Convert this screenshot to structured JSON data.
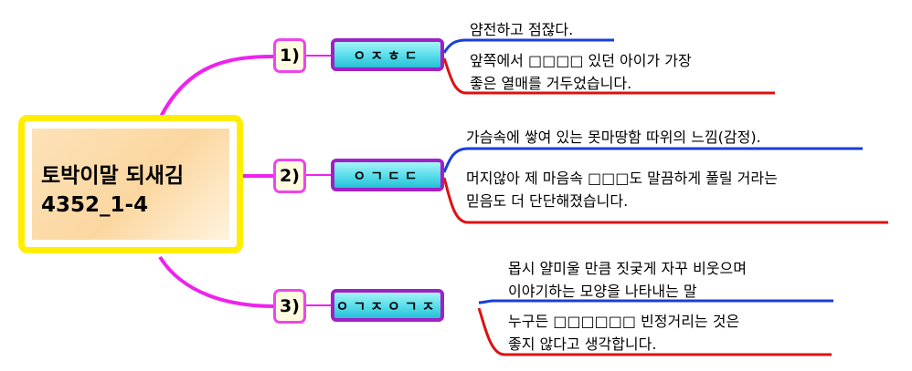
{
  "central_topic": {
    "title": "토박이말 되새김\n4352_1-4"
  },
  "branches": [
    {
      "number": "1)",
      "keyword": "ㅇㅈㅎㄷ",
      "definition": "얌전하고 점잖다.",
      "example": "앞쪽에서 □□□□ 있던 아이가 가장\n좋은 열매를 거두었습니다."
    },
    {
      "number": "2)",
      "keyword": "ㅇㄱㄷㄷ",
      "definition": "가슴속에 쌓여 있는 못마땅함 따위의 느낌(감정).",
      "example": "머지않아 제 마음속 □□□도 말끔하게 풀릴 거라는\n믿음도 더 단단해졌습니다."
    },
    {
      "number": "3)",
      "keyword": "ㅇㄱㅈㅇㄱㅈ",
      "definition": "몹시 얄미울 만큼 짓궂게 자꾸 비웃으며\n이야기하는 모양을 나타내는 말",
      "example": "누구든 □□□□□□ 빈정거리는 것은\n좋지 않다고 생각합니다."
    }
  ],
  "colors": {
    "central_border": "#ffee00",
    "central_fill": "#fbd7a0",
    "connector": "#ee22ee",
    "keyword_border": "#a020c8",
    "keyword_fill": "#56dcea",
    "definition_line": "#1a3ed8",
    "example_line": "#dd1111"
  }
}
